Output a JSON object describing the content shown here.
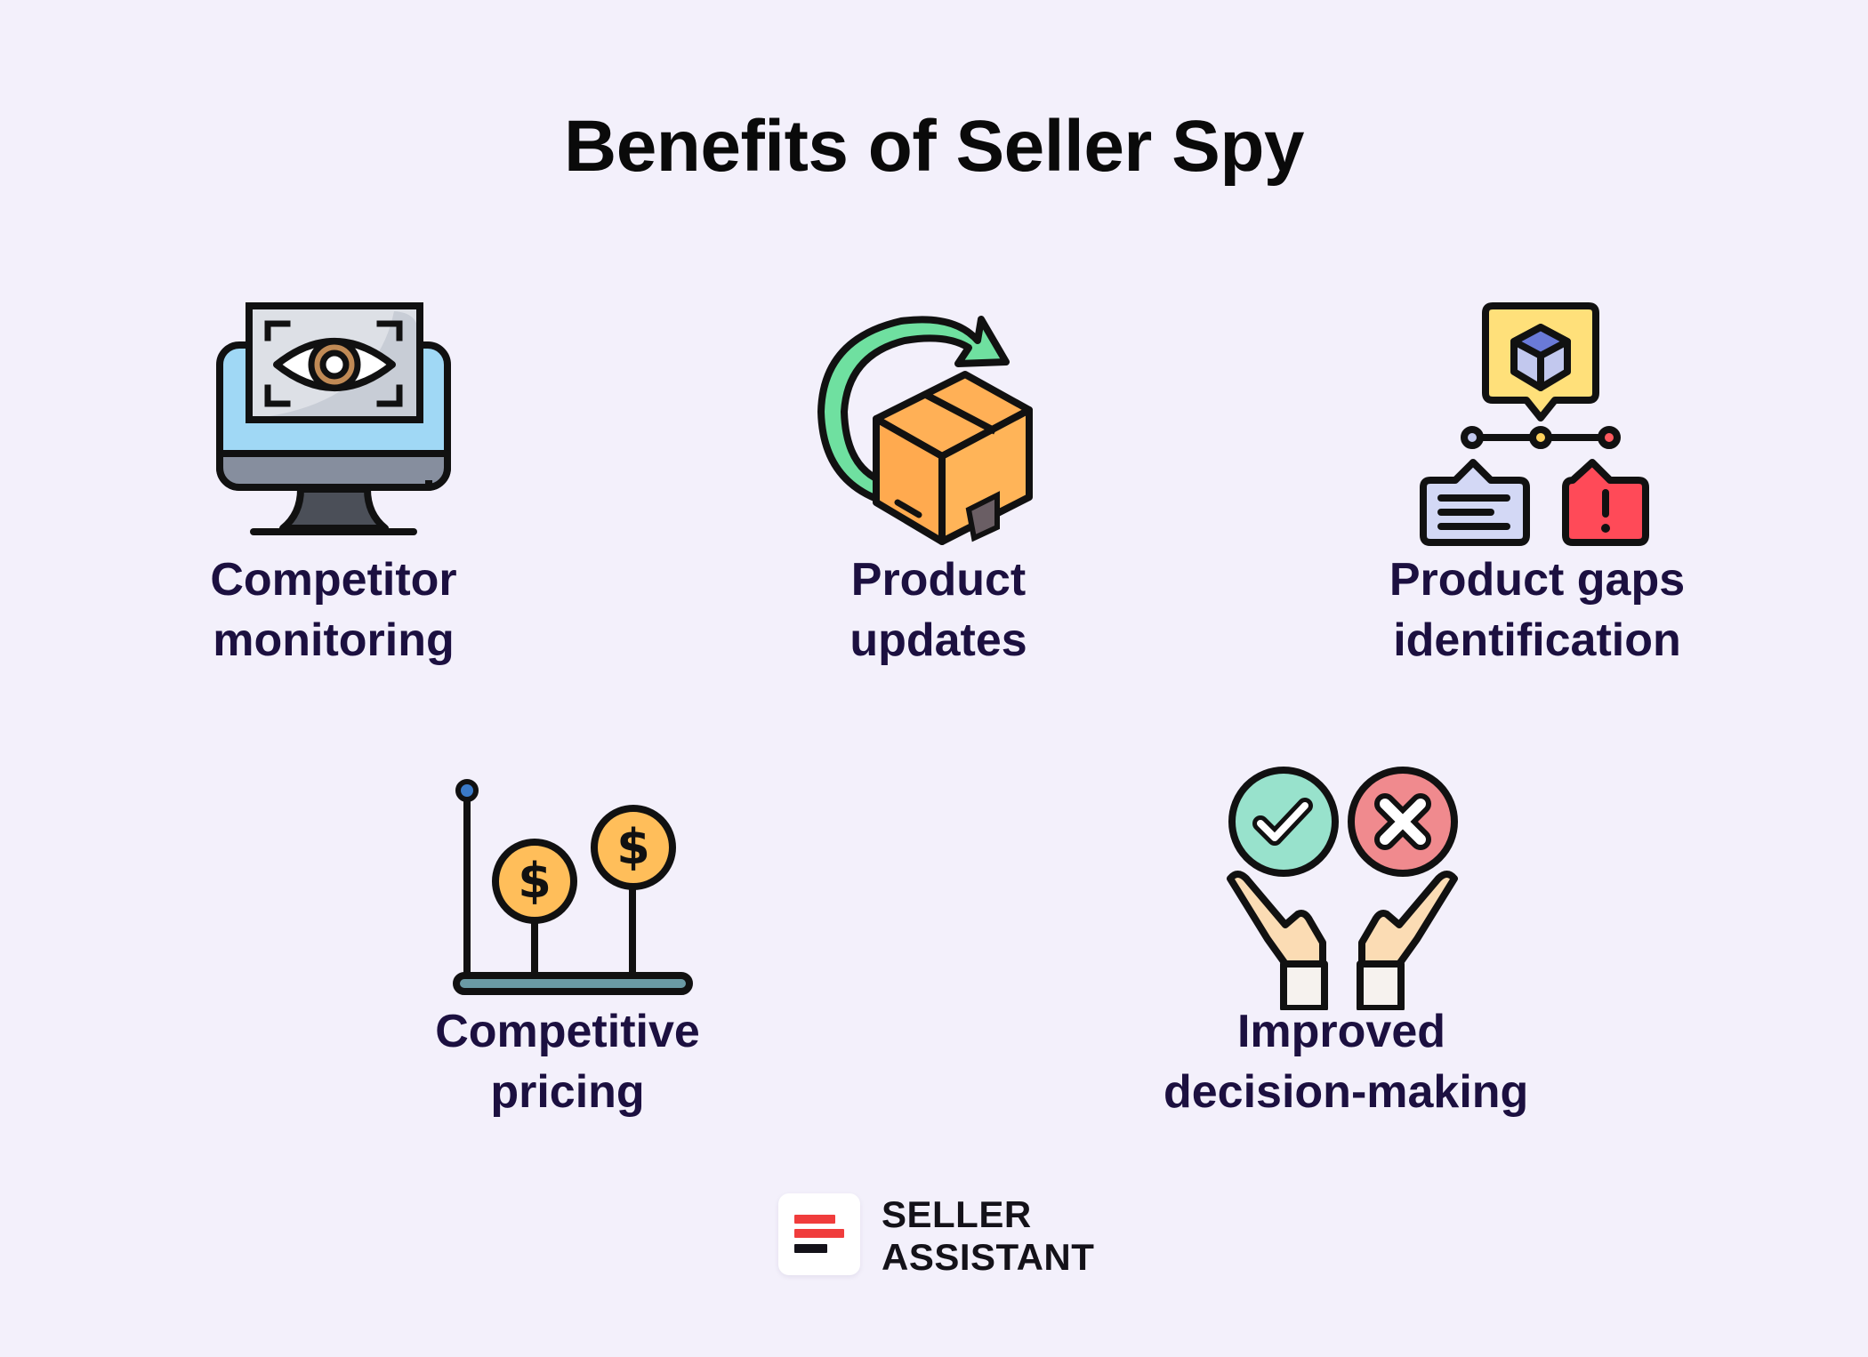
{
  "page": {
    "title": "Benefits of Seller Spy",
    "background_color": "#f3f0fb",
    "label_color": "#1c1040"
  },
  "benefits": [
    {
      "id": "competitor-monitoring",
      "icon": "monitor-eye-icon",
      "line1": "Competitor",
      "line2": "monitoring"
    },
    {
      "id": "product-updates",
      "icon": "box-refresh-icon",
      "line1": "Product",
      "line2": "updates"
    },
    {
      "id": "product-gaps",
      "icon": "product-hierarchy-alert-icon",
      "line1": "Product gaps",
      "line2": "identification"
    },
    {
      "id": "competitive-pricing",
      "icon": "price-coins-chart-icon",
      "line1": "Competitive",
      "line2": "pricing"
    },
    {
      "id": "decision-making",
      "icon": "hands-check-cross-icon",
      "line1": "Improved",
      "line2": "decision-making"
    }
  ],
  "logo": {
    "line1": "SELLER",
    "line2": "ASSISTANT",
    "bar_colors": [
      "#f03c3c",
      "#f03c3c",
      "#14121a"
    ]
  }
}
